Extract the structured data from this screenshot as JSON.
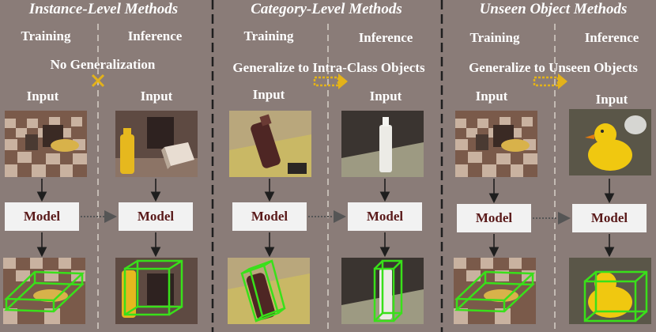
{
  "sections": [
    {
      "title": "Instance-Level Methods",
      "training": "Training",
      "inference": "Inference",
      "generalization": "No Generalization",
      "input_left": "Input",
      "input_right": "Input",
      "model_left": "Model",
      "model_right": "Model"
    },
    {
      "title": "Category-Level Methods",
      "training": "Training",
      "inference": "Inference",
      "generalization": "Generalize to Intra-Class Objects",
      "input_left": "Input",
      "input_right": "Input",
      "model_left": "Model",
      "model_right": "Model"
    },
    {
      "title": "Unseen Object Methods",
      "training": "Training",
      "inference": "Inference",
      "generalization": "Generalize to Unseen Objects",
      "input_left": "Input",
      "input_right": "Input",
      "model_left": "Model",
      "model_right": "Model"
    }
  ],
  "colors": {
    "background": "#8a7c78",
    "box": "#39e01a",
    "model_bg": "#f2f2f2",
    "model_text": "#5a1a1a",
    "arrow_gold": "#e3b21a",
    "cross": "#e3b21a"
  }
}
